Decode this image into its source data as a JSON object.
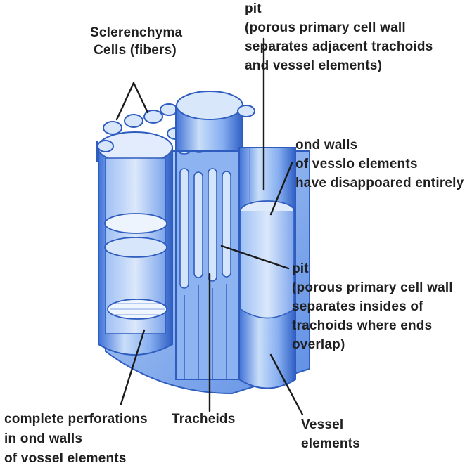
{
  "colors": {
    "cell_light": "#c6dcf8",
    "cell_mid": "#7fa9ef",
    "cell_dark": "#3c6fd6",
    "cell_outline": "#2e5dbf",
    "label_text": "#1f1f1f",
    "leader_line": "#1a1a1a"
  },
  "labels": {
    "sclerenchyma": [
      "Sclerenchyma",
      "Cells (fibers)"
    ],
    "pit_top": [
      "pit",
      "(porous primary cell wall",
      "separates adjacent trachoids",
      "and vessel elements)"
    ],
    "end_walls": [
      "ond walls",
      "of vesslo elements",
      "have disappoared entirely"
    ],
    "pit_mid": [
      "pit",
      "(porous primary cell wall",
      "separates insides of",
      "trachoids where ends",
      "overlap)"
    ],
    "perforations": [
      "complete perforations",
      "in ond walls",
      "of vossel elements"
    ],
    "tracheids": [
      "Tracheids"
    ],
    "vessel": [
      "Vessel",
      "elements"
    ]
  }
}
